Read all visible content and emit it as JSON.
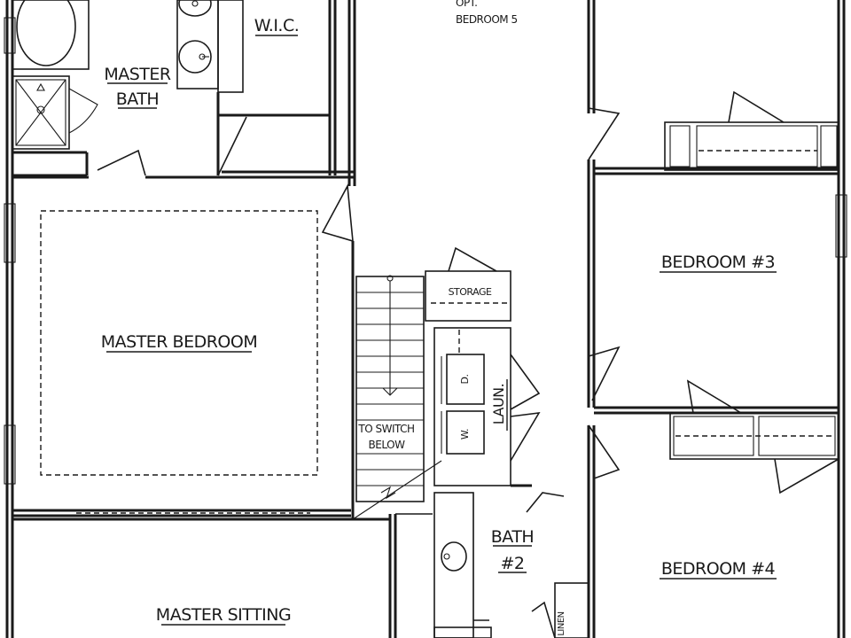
{
  "rooms": {
    "master_bath_line1": "MASTER",
    "master_bath_line2": "BATH",
    "wic": "W.I.C.",
    "opt_line1": "OPT.",
    "opt_line2": "BEDROOM 5",
    "bedroom3": "BEDROOM #3",
    "storage": "STORAGE",
    "master_bedroom": "MASTER BEDROOM",
    "dryer": "D.",
    "laundry": "LAUN.",
    "washer": "W.",
    "to_switch_line1": "TO SWITCH",
    "to_switch_line2": "BELOW",
    "bath2_line1": "BATH",
    "bath2_line2": "#2",
    "bedroom4": "BEDROOM #4",
    "master_sitting": "MASTER SITTING",
    "linen": "LINEN"
  }
}
